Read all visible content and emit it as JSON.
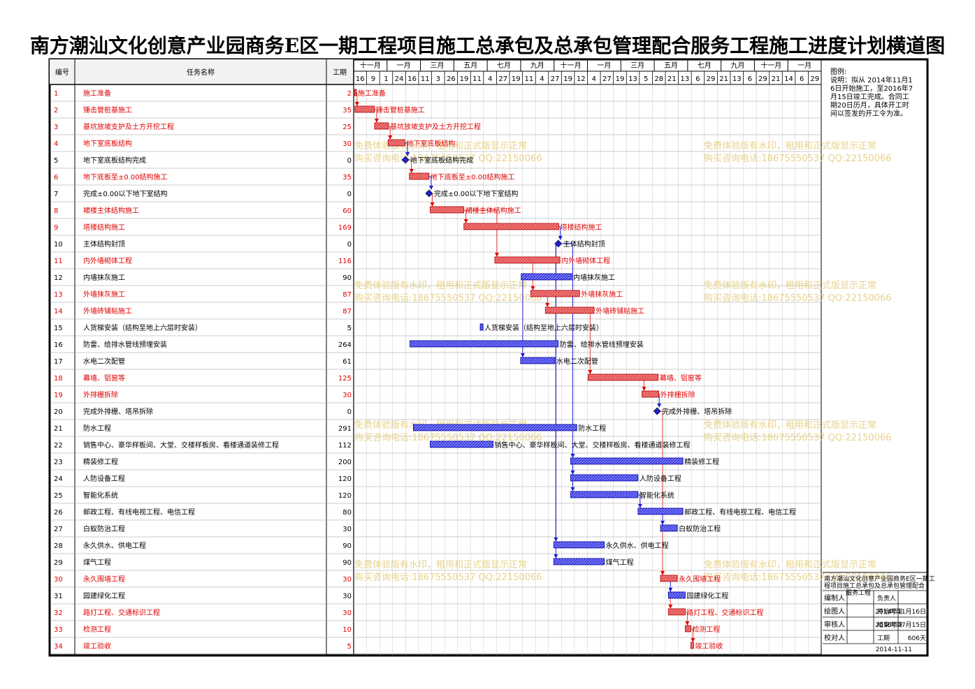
{
  "title": "南方潮汕文化创意产业园商务E区一期工程项目施工总承包及总承包管理配合服务工程施工进度计划横道图",
  "headers": {
    "id": "编号",
    "name": "任务名称",
    "duration": "工期"
  },
  "colors": {
    "critical": "#e03c3c",
    "normal": "#2020d0",
    "critical_text": "#e00000",
    "watermark": "#e8d28a",
    "grid": "#000000"
  },
  "timeline": {
    "months": [
      "十一月",
      "一月",
      "三月",
      "五月",
      "七月",
      "九月",
      "十一月",
      "一月",
      "三月",
      "五月",
      "七月",
      "九月",
      "十一月",
      "一月"
    ],
    "days": [
      "16",
      "9",
      "1",
      "24",
      "16",
      "11",
      "3",
      "26",
      "19",
      "11",
      "4",
      "27",
      "19",
      "11",
      "4",
      "27",
      "19",
      "12",
      "4",
      "27",
      "19",
      "13",
      "5",
      "28",
      "21",
      "13",
      "6",
      "29",
      "21",
      "13",
      "6",
      "29",
      "21",
      "14",
      "6",
      "29"
    ]
  },
  "legend": {
    "title": "图例:",
    "note": "说明：拟从 2014年11月16日开始施工，至2016年7月15日竣工完成。合同工期20日历月，具体开工时间以签发的开工令为准。"
  },
  "info_box": {
    "project": "南方潮汕文化创意产业园商务E区一期工程项目施工总承包及总承包管理配合服务工程",
    "rows": [
      {
        "label": "编制人",
        "key": "负责人",
        "value": ""
      },
      {
        "label": "绘图人",
        "key": "开始时间",
        "value": "2014年11月16日"
      },
      {
        "label": "审核人",
        "key": "结束时间",
        "value": "2016年07月15日"
      },
      {
        "label": "校对人",
        "key": "工期",
        "value": "606天"
      }
    ],
    "date": "2014-11-11"
  },
  "watermark": {
    "line1": "免费体验版有水印，租用和正式版显示正常",
    "line2": "购买咨询电话:18675550537 QQ:22150066"
  },
  "chart_data": {
    "type": "gantt",
    "start_date": "2014-11-16",
    "tasks": [
      {
        "id": 1,
        "name": "施工准备",
        "duration": 2,
        "critical": true,
        "milestone": false
      },
      {
        "id": 2,
        "name": "锤击管桩基施工",
        "duration": 35,
        "critical": true,
        "milestone": false
      },
      {
        "id": 3,
        "name": "基坑放坡支护及土方开挖工程",
        "duration": 25,
        "critical": true,
        "milestone": false
      },
      {
        "id": 4,
        "name": "地下室底板结构",
        "duration": 30,
        "critical": true,
        "milestone": false
      },
      {
        "id": 5,
        "name": "地下室底板结构完成",
        "duration": 0,
        "critical": false,
        "milestone": true
      },
      {
        "id": 6,
        "name": "地下底板至±0.00结构施工",
        "duration": 35,
        "critical": true,
        "milestone": false
      },
      {
        "id": 7,
        "name": "完成±0.00以下地下室结构",
        "duration": 0,
        "critical": false,
        "milestone": true
      },
      {
        "id": 8,
        "name": "裙楼主体结构施工",
        "duration": 60,
        "critical": true,
        "milestone": false
      },
      {
        "id": 9,
        "name": "塔楼结构施工",
        "duration": 169,
        "critical": true,
        "milestone": false
      },
      {
        "id": 10,
        "name": "主体结构封顶",
        "duration": 0,
        "critical": false,
        "milestone": true
      },
      {
        "id": 11,
        "name": "内外墙砌体工程",
        "duration": 116,
        "critical": true,
        "milestone": false
      },
      {
        "id": 12,
        "name": "内墙抹灰施工",
        "duration": 90,
        "critical": false,
        "milestone": false
      },
      {
        "id": 13,
        "name": "外墙抹灰施工",
        "duration": 87,
        "critical": true,
        "milestone": false
      },
      {
        "id": 14,
        "name": "外墙砖铺贴施工",
        "duration": 87,
        "critical": true,
        "milestone": false
      },
      {
        "id": 15,
        "name": "人货梯安装（结构至地上六层时安装）",
        "duration": 5,
        "critical": false,
        "milestone": false
      },
      {
        "id": 16,
        "name": "防雷、给排水管线预埋安装",
        "duration": 264,
        "critical": false,
        "milestone": false
      },
      {
        "id": 17,
        "name": "水电二次配管",
        "duration": 61,
        "critical": false,
        "milestone": false
      },
      {
        "id": 18,
        "name": "幕墙、铝窗等",
        "duration": 125,
        "critical": true,
        "milestone": false
      },
      {
        "id": 19,
        "name": "外排栅拆除",
        "duration": 30,
        "critical": true,
        "milestone": false
      },
      {
        "id": 20,
        "name": "完成外排栅、塔吊拆除",
        "duration": 0,
        "critical": false,
        "milestone": true
      },
      {
        "id": 21,
        "name": "防水工程",
        "duration": 291,
        "critical": false,
        "milestone": false
      },
      {
        "id": 22,
        "name": "销售中心、豪华样板间、大堂、交楼样板房、看楼通道装修工程",
        "duration": 112,
        "critical": false,
        "milestone": false
      },
      {
        "id": 23,
        "name": "精装修工程",
        "duration": 200,
        "critical": false,
        "milestone": false
      },
      {
        "id": 24,
        "name": "人防设备工程",
        "duration": 120,
        "critical": false,
        "milestone": false
      },
      {
        "id": 25,
        "name": "智能化系统",
        "duration": 120,
        "critical": false,
        "milestone": false
      },
      {
        "id": 26,
        "name": "邮政工程、有线电视工程、电信工程",
        "duration": 80,
        "critical": false,
        "milestone": false
      },
      {
        "id": 27,
        "name": "白蚁防治工程",
        "duration": 30,
        "critical": false,
        "milestone": false
      },
      {
        "id": 28,
        "name": "永久供水、供电工程",
        "duration": 90,
        "critical": false,
        "milestone": false
      },
      {
        "id": 29,
        "name": "煤气工程",
        "duration": 90,
        "critical": false,
        "milestone": false
      },
      {
        "id": 30,
        "name": "永久围墙工程",
        "duration": 30,
        "critical": true,
        "milestone": false
      },
      {
        "id": 31,
        "name": "园建绿化工程",
        "duration": 30,
        "critical": false,
        "milestone": false
      },
      {
        "id": 32,
        "name": "路灯工程、交通标识工程",
        "duration": 30,
        "critical": true,
        "milestone": false
      },
      {
        "id": 33,
        "name": "检测工程",
        "duration": 10,
        "critical": true,
        "milestone": false
      },
      {
        "id": 34,
        "name": "竣工验收",
        "duration": 5,
        "critical": true,
        "milestone": false
      }
    ]
  }
}
